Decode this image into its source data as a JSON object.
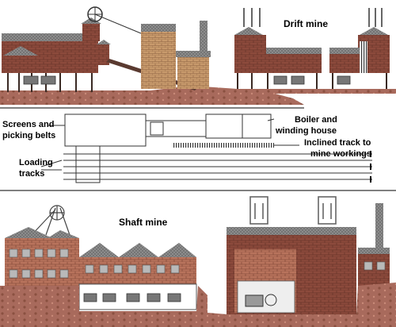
{
  "panels": {
    "drift": {
      "title": "Drift mine"
    },
    "shaft": {
      "title": "Shaft mine"
    }
  },
  "plan": {
    "screens_label": [
      "Screens and",
      "picking belts"
    ],
    "boiler_label": [
      "Boiler and",
      "winding house"
    ],
    "incline_label": [
      "Inclined track to",
      "mine workings"
    ],
    "loading_label": [
      "Loading",
      "tracks"
    ]
  },
  "colors": {
    "brick": "#8c4a3c",
    "brick_light": "#b8735c",
    "roof": "#8c8c8c",
    "tan_brick": "#c89a6c",
    "ground": "#a86a5c",
    "window": "#b9b9b9"
  }
}
